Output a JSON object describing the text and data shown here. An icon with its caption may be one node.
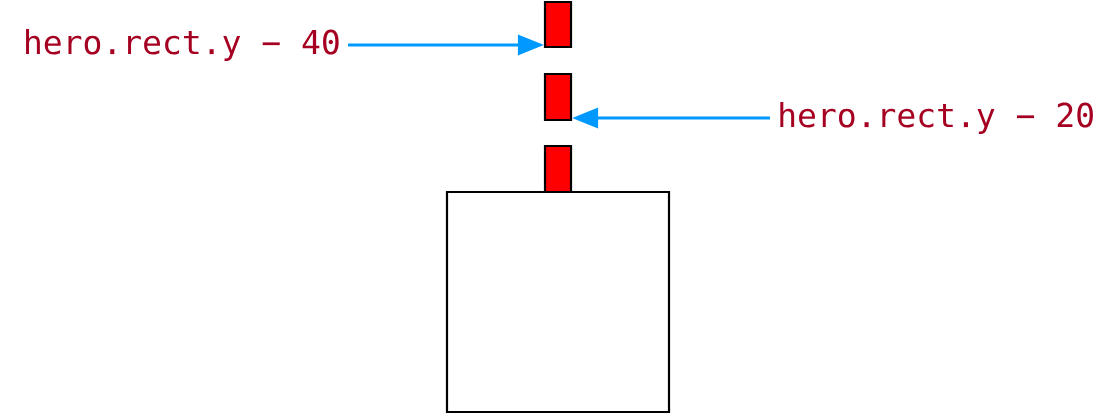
{
  "diagram": {
    "nodes": [
      {
        "text": [
          "hero.rect.y − 40"
        ]
      },
      {
        "text": [],
        "shape": "bar"
      },
      {
        "text": [],
        "shape": "bar"
      },
      {
        "text": [
          "hero.rect.y − 20"
        ]
      },
      {
        "text": [],
        "shape": "bar"
      },
      {
        "text": [],
        "shape": "box"
      }
    ],
    "edges": [
      {
        "from": 0,
        "to": 1,
        "arrow": "to"
      },
      {
        "from": 3,
        "to": 2,
        "arrow": "to"
      }
    ]
  }
}
